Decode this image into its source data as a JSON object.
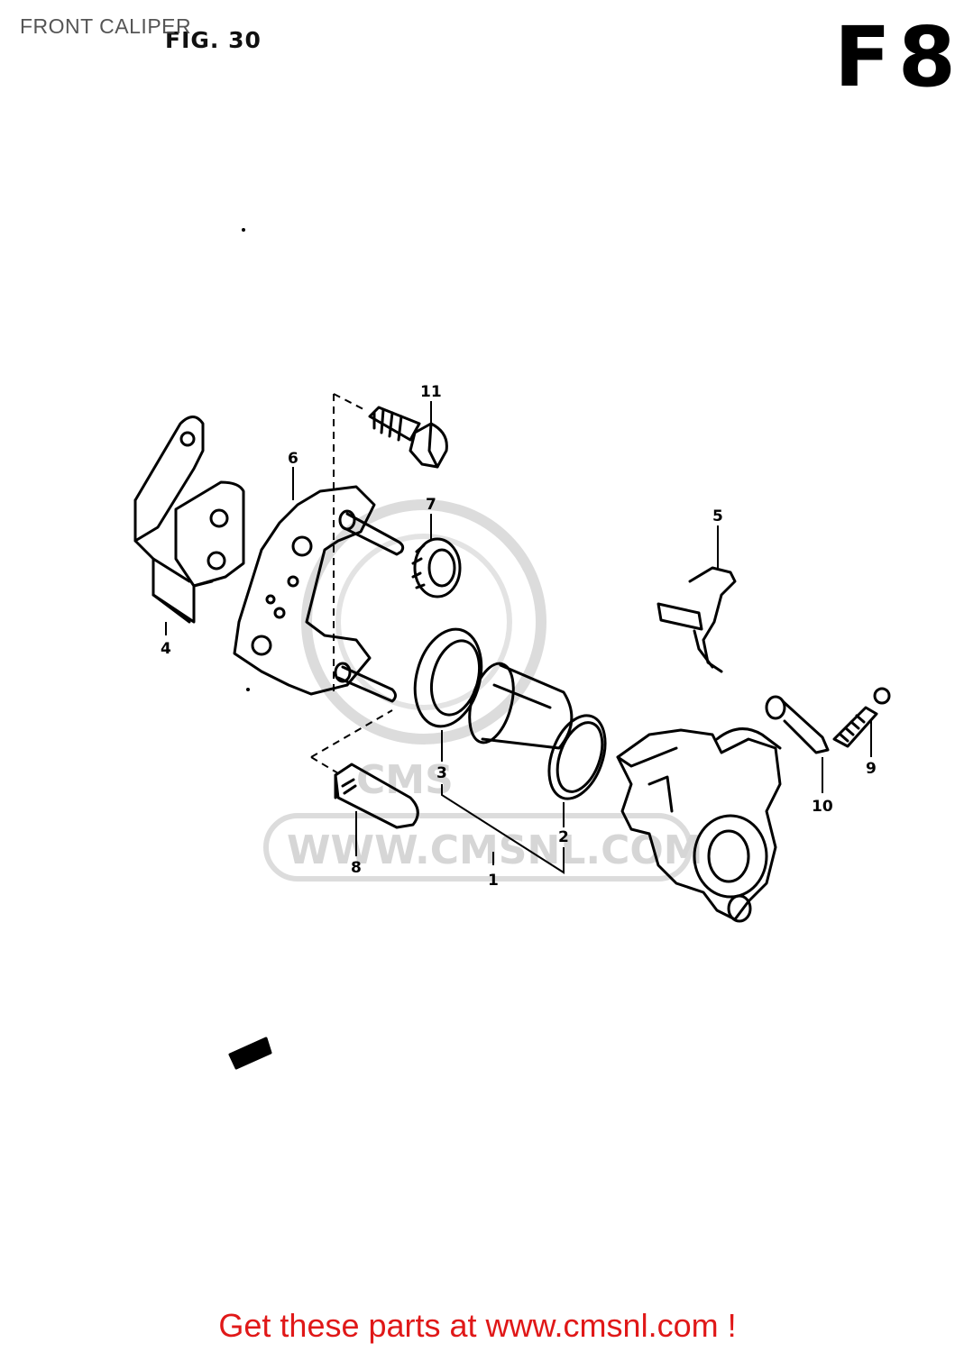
{
  "header": {
    "title": "FRONT CALIPER",
    "figure": "FIG. 30",
    "page_code": "F8"
  },
  "callouts": [
    "1",
    "2",
    "3",
    "4",
    "5",
    "6",
    "7",
    "8",
    "9",
    "10",
    "11"
  ],
  "watermark": {
    "text": "WWW.CMSNL.COM",
    "logo": "CMS"
  },
  "footer": {
    "text": "Get these parts at www.cmsnl.com !"
  },
  "colors": {
    "footer": "#e01818",
    "title": "#555555",
    "watermark": "#d6d6d6"
  }
}
